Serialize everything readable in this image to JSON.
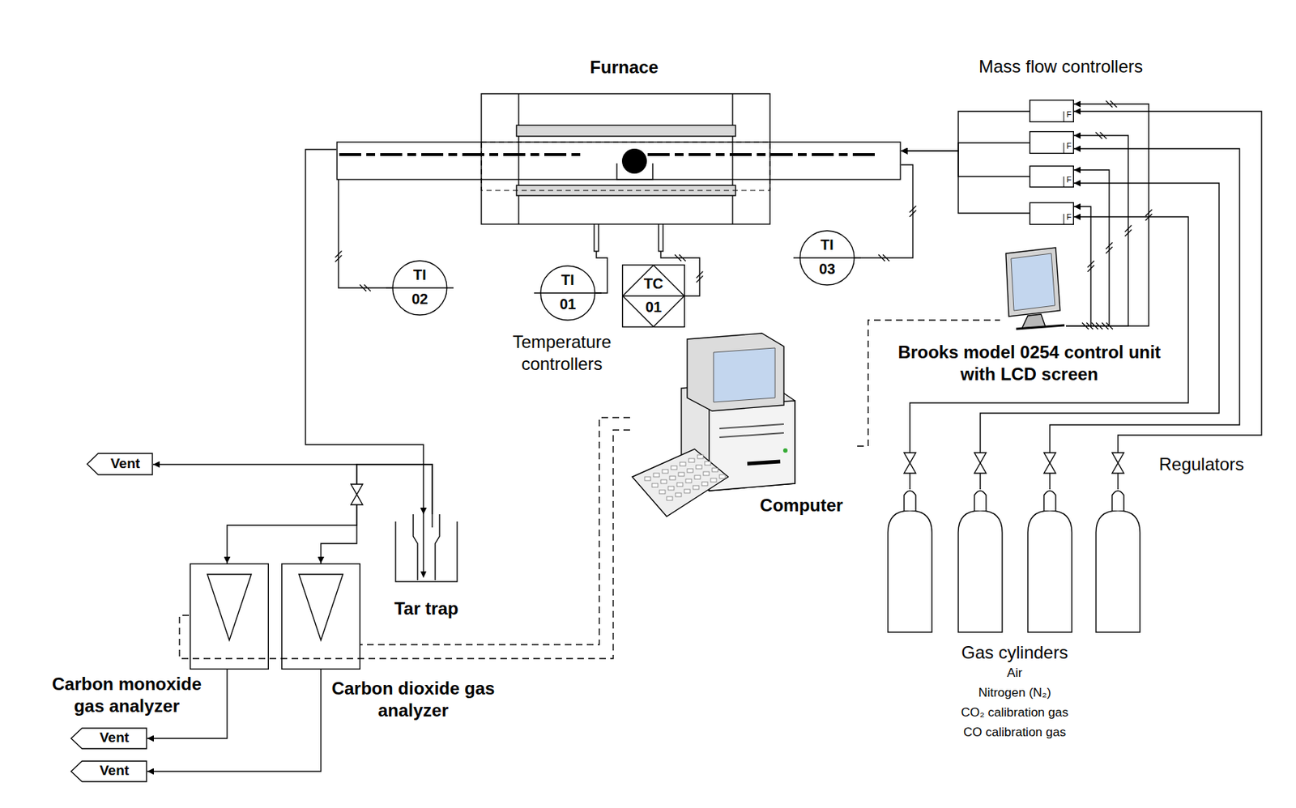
{
  "diagram": {
    "nodes": [
      {
        "text": [
          "Furnace"
        ]
      },
      {
        "text": [
          "F"
        ]
      },
      {
        "text": [
          "F"
        ]
      },
      {
        "text": [
          "F"
        ]
      },
      {
        "text": [
          "F"
        ]
      },
      {
        "text": [
          "TI",
          "02"
        ]
      },
      {
        "text": [
          "TI",
          "01"
        ]
      },
      {
        "text": [
          "TC",
          "01"
        ]
      },
      {
        "text": [
          "TI",
          "03"
        ]
      },
      {
        "text": [
          "Brooks model 0254 control unit with LCD screen"
        ]
      },
      {
        "text": [
          "Computer"
        ]
      },
      {
        "text": [
          "Vent"
        ]
      },
      {
        "text": [
          "Tar trap"
        ]
      },
      {
        "text": [
          "Carbon monoxide gas analyzer"
        ]
      },
      {
        "text": [
          "Carbon dioxide gas analyzer"
        ]
      },
      {
        "text": [
          "Vent"
        ]
      },
      {
        "text": [
          "Vent"
        ]
      }
    ],
    "edges": [
      {
        "from": 1,
        "to": 0,
        "arrow": "to"
      },
      {
        "from": 2,
        "to": 0,
        "arrow": "to"
      },
      {
        "from": 3,
        "to": 0,
        "arrow": "to"
      },
      {
        "from": 4,
        "to": 0,
        "arrow": "to"
      },
      {
        "from": 0,
        "to": 5,
        "arrow": "none"
      },
      {
        "from": 0,
        "to": 6,
        "arrow": "none"
      },
      {
        "from": 0,
        "to": 7,
        "arrow": "none"
      },
      {
        "from": 0,
        "to": 8,
        "arrow": "none"
      },
      {
        "from": 9,
        "to": 1,
        "arrow": "to"
      },
      {
        "from": 9,
        "to": 2,
        "arrow": "to"
      },
      {
        "from": 9,
        "to": 3,
        "arrow": "to"
      },
      {
        "from": 9,
        "to": 4,
        "arrow": "to"
      },
      {
        "from": 10,
        "to": 9,
        "arrow": "none"
      },
      {
        "from": 10,
        "to": 14,
        "arrow": "none"
      },
      {
        "from": 10,
        "to": 13,
        "arrow": "none"
      },
      {
        "from": 0,
        "to": 12,
        "arrow": "to"
      },
      {
        "from": 12,
        "to": 11,
        "arrow": "to"
      },
      {
        "from": 12,
        "to": 13,
        "arrow": "to"
      },
      {
        "from": 12,
        "to": 14,
        "arrow": "to"
      },
      {
        "from": 13,
        "to": 15,
        "arrow": "to"
      },
      {
        "from": 14,
        "to": 16,
        "arrow": "to"
      }
    ],
    "labels": [
      "Mass flow controllers",
      "Temperature controllers",
      "Regulators",
      "Gas cylinders",
      "Air",
      "Nitrogen (N₂)",
      "CO₂ calibration gas",
      "CO calibration gas"
    ]
  }
}
